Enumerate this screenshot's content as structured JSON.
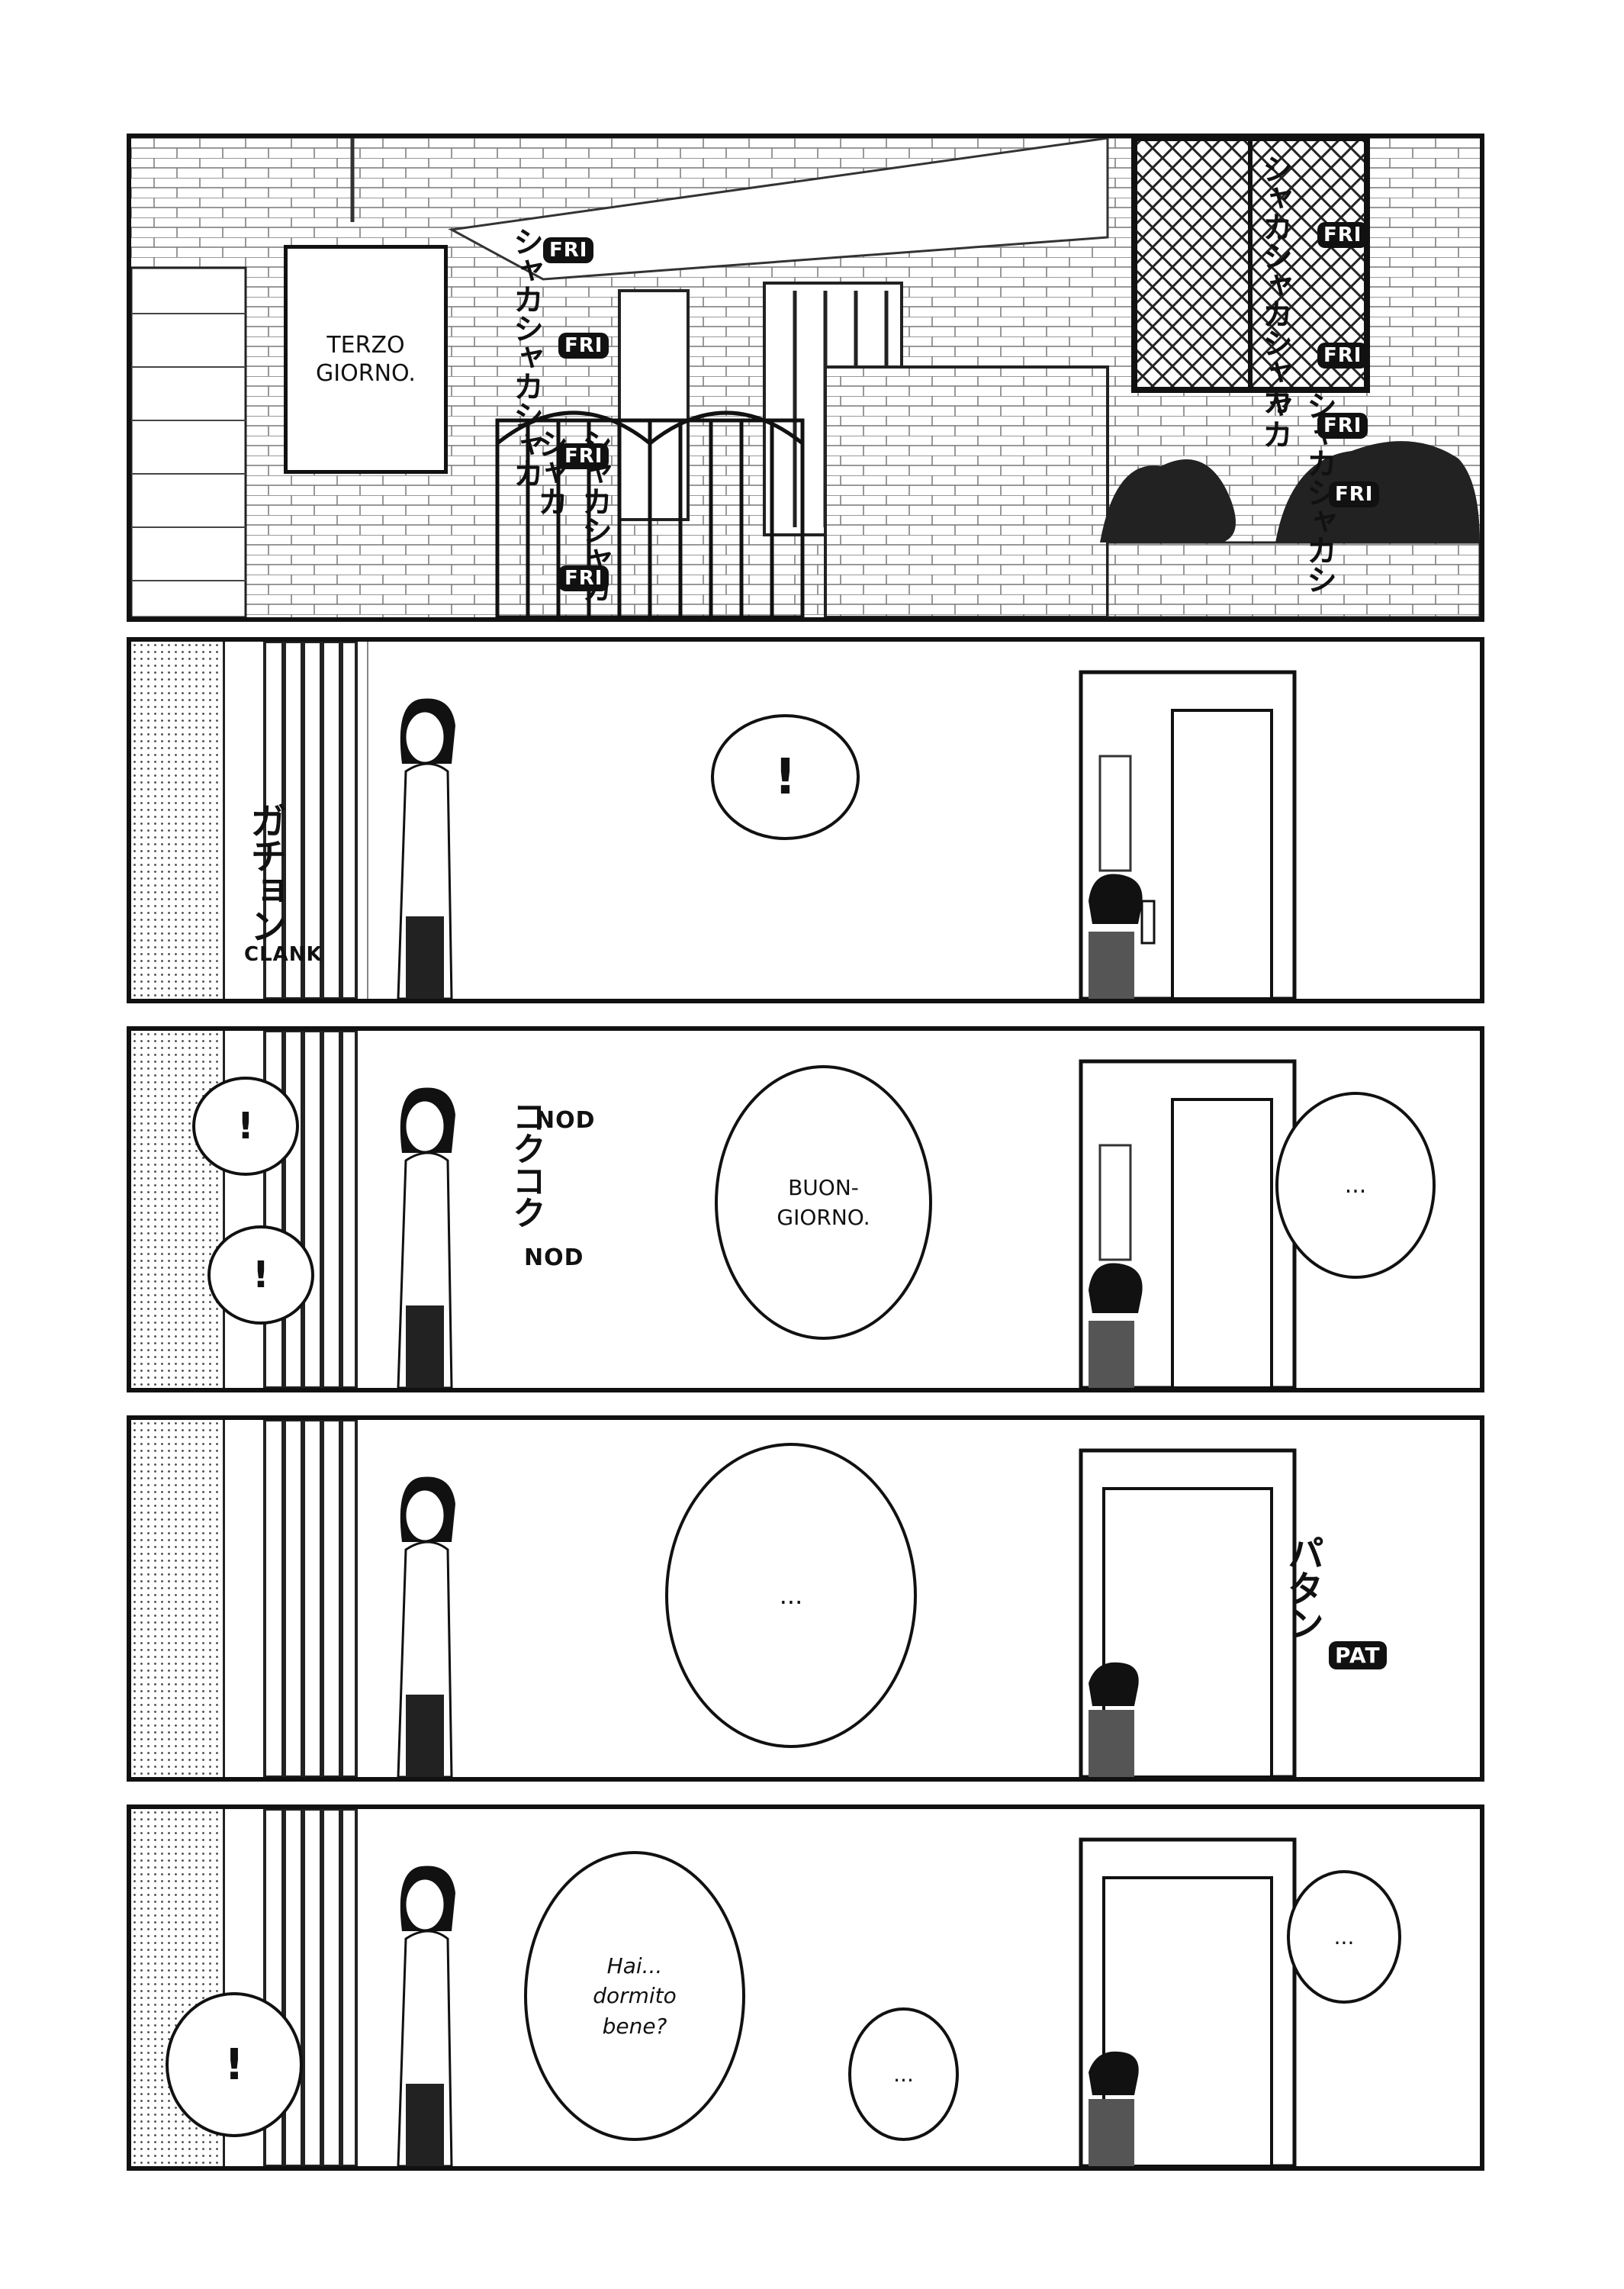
{
  "panel1": {
    "caption": "TERZO\nGIORNO.",
    "sfx": [
      "FRI",
      "FRI",
      "FRI",
      "FRI",
      "FRI",
      "FRI",
      "FRI",
      "FRI"
    ],
    "jp_sfx": "シャカシャカシャカ"
  },
  "panel2": {
    "bubble": "!",
    "sfx_en": "CLANK",
    "sfx_jp": "ガチョン"
  },
  "panel3": {
    "bubble_left1": "!",
    "bubble_left2": "!",
    "bubble_center": "BUON-\nGIORNO.",
    "bubble_right": "...",
    "sfx_nod1": "NOD",
    "sfx_nod2": "NOD",
    "sfx_jp": "コクコク"
  },
  "panel4": {
    "bubble_center": "...",
    "sfx_pat": "PAT",
    "sfx_jp": "パタン"
  },
  "panel5": {
    "bubble_left": "!",
    "bubble_center": "Hai...\ndormito\nbene?",
    "bubble_small": "...",
    "bubble_right": "..."
  }
}
